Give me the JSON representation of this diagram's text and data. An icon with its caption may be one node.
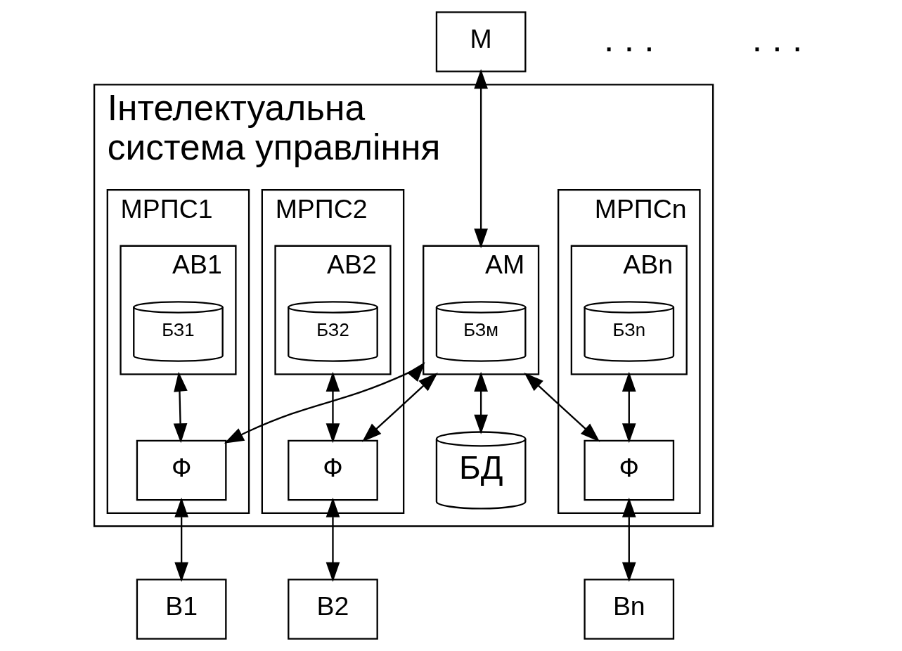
{
  "diagram": {
    "nodes": [
      {
        "text": [
          "М"
        ]
      },
      {
        "text": [
          "Інтелектуальна система управління"
        ]
      },
      {
        "text": [
          "АМ"
        ],
        "in": 1
      },
      {
        "text": [
          "БЗм"
        ],
        "in": 2
      },
      {
        "text": [
          "БД"
        ],
        "in": 1
      },
      {
        "text": [
          "МРПС1"
        ],
        "in": 1
      },
      {
        "text": [
          "АВ1"
        ],
        "in": 5
      },
      {
        "text": [
          "БЗ1"
        ],
        "in": 6
      },
      {
        "text": [
          "Ф"
        ],
        "in": 5
      },
      {
        "text": [
          "МРПС2"
        ],
        "in": 1
      },
      {
        "text": [
          "АВ2"
        ],
        "in": 9
      },
      {
        "text": [
          "БЗ2"
        ],
        "in": 10
      },
      {
        "text": [
          "Ф"
        ],
        "in": 9
      },
      {
        "text": [
          "МРПСn"
        ],
        "in": 1
      },
      {
        "text": [
          "АВn"
        ],
        "in": 13
      },
      {
        "text": [
          "БЗn"
        ],
        "in": 14
      },
      {
        "text": [
          "Ф"
        ],
        "in": 13
      },
      {
        "text": [
          "В1"
        ]
      },
      {
        "text": [
          "В2"
        ]
      },
      {
        "text": [
          "Вn"
        ]
      }
    ],
    "edges": [
      {
        "from": 0,
        "to": 2,
        "arrow": "both"
      },
      {
        "from": 2,
        "to": 4,
        "arrow": "both"
      },
      {
        "from": 2,
        "to": 8,
        "arrow": "both"
      },
      {
        "from": 2,
        "to": 12,
        "arrow": "both"
      },
      {
        "from": 2,
        "to": 16,
        "arrow": "both"
      },
      {
        "from": 6,
        "to": 8,
        "arrow": "both"
      },
      {
        "from": 10,
        "to": 12,
        "arrow": "both"
      },
      {
        "from": 14,
        "to": 16,
        "arrow": "both"
      },
      {
        "from": 8,
        "to": 17,
        "arrow": "both"
      },
      {
        "from": 12,
        "to": 18,
        "arrow": "both"
      },
      {
        "from": 16,
        "to": 19,
        "arrow": "both"
      }
    ],
    "labels": [
      ". . .",
      ". . ."
    ]
  }
}
